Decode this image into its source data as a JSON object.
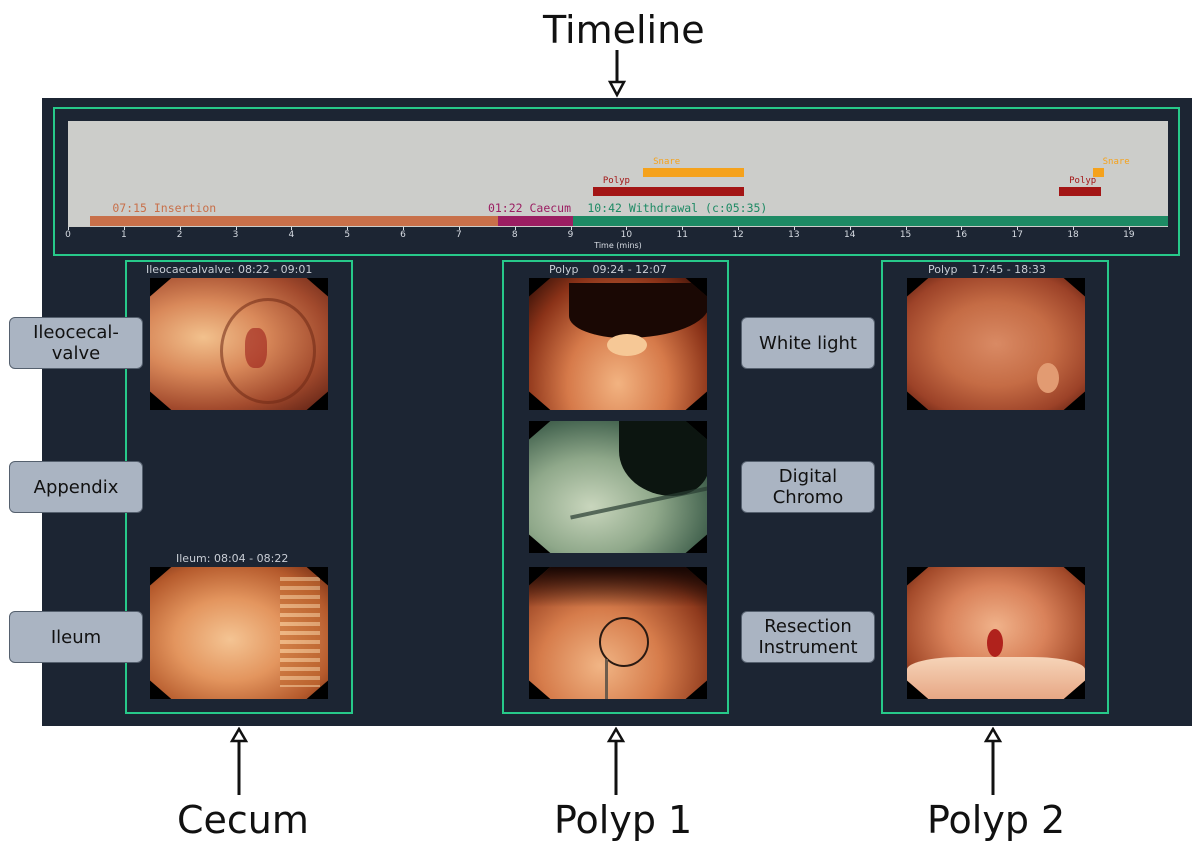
{
  "annotations": {
    "timeline": "Timeline",
    "cecum": "Cecum",
    "polyp1": "Polyp 1",
    "polyp2": "Polyp 2"
  },
  "timeline": {
    "xlabel": "Time (mins)",
    "xlim": [
      0,
      19.7
    ],
    "ticks": [
      "0",
      "1",
      "2",
      "3",
      "4",
      "5",
      "6",
      "7",
      "8",
      "9",
      "10",
      "11",
      "12",
      "13",
      "14",
      "15",
      "16",
      "17",
      "18",
      "19"
    ],
    "segments": [
      {
        "label": "07:15 Insertion",
        "start": 0.4,
        "end": 7.7,
        "color": "#c8704a"
      },
      {
        "label": "01:22 Caecum",
        "start": 7.7,
        "end": 9.05,
        "color": "#9b1e62"
      },
      {
        "label": "10:42 Withdrawal (c:05:35)",
        "start": 9.05,
        "end": 19.7,
        "color": "#1d8a64"
      }
    ],
    "events": [
      {
        "label": "Polyp",
        "start": 9.4,
        "end": 12.1,
        "color": "#a31515",
        "row": 1
      },
      {
        "label": "Snare",
        "start": 10.3,
        "end": 12.1,
        "color": "#f5a21c",
        "row": 2
      },
      {
        "label": "Polyp",
        "start": 17.75,
        "end": 18.5,
        "color": "#a31515",
        "row": 1
      },
      {
        "label": "Snare",
        "start": 18.35,
        "end": 18.55,
        "color": "#f5a21c",
        "row": 2
      }
    ],
    "colors": {
      "panel": "#1c2533",
      "frame": "#27c98a",
      "plot_bg": "#cccdca"
    }
  },
  "groups": {
    "cecum": {
      "top_title": "Ileocaecalvalve: 08:22 - 09:01",
      "bottom_title": "Ileum: 08:04 - 08:22"
    },
    "polyp1": {
      "title": "Polyp    09:24 - 12:07"
    },
    "polyp2": {
      "title": "Polyp    17:45 - 18:33"
    }
  },
  "left_labels": [
    "Ileocecal-\nvalve",
    "Appendix",
    "Ileum"
  ],
  "mid_labels": [
    "White light",
    "Digital\nChromo",
    "Resection\nInstrument"
  ]
}
